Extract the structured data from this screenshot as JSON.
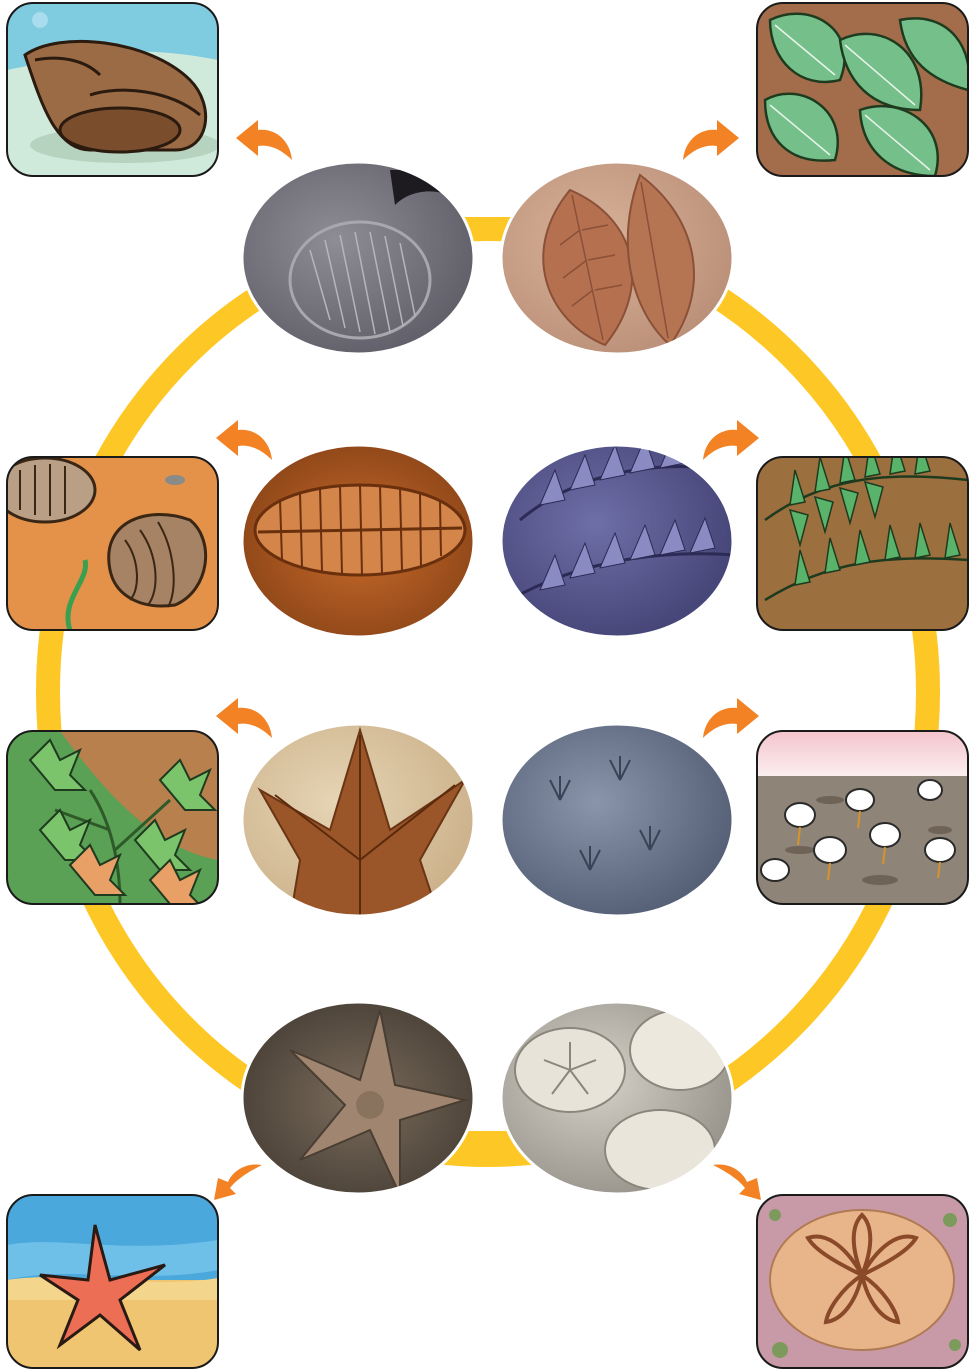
{
  "diagram": {
    "ring_color": "#fdc725",
    "arrow_color": "#f28224",
    "pairs": [
      {
        "fossil": "ammonite-shell-fossil",
        "organism": "sea-snail-illustration"
      },
      {
        "fossil": "leaf-fossil",
        "organism": "leafy-branch-illustration"
      },
      {
        "fossil": "trilobite-fossil",
        "organism": "trilobite-illustration"
      },
      {
        "fossil": "fern-fossil",
        "organism": "fern-illustration"
      },
      {
        "fossil": "maple-leaf-fossil",
        "organism": "maple-plant-illustration"
      },
      {
        "fossil": "bird-footprint-fossil",
        "organism": "shorebirds-illustration"
      },
      {
        "fossil": "starfish-fossil",
        "organism": "starfish-illustration"
      },
      {
        "fossil": "sand-dollar-fossil",
        "organism": "sand-dollar-illustration"
      }
    ]
  }
}
